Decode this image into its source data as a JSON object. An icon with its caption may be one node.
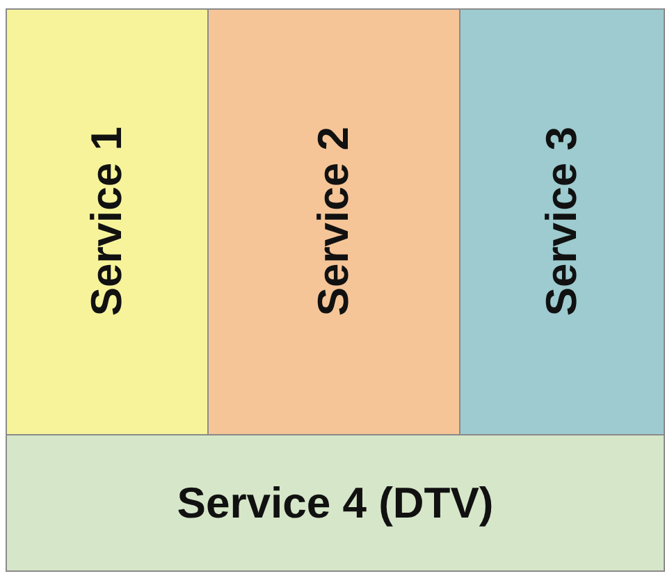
{
  "diagram": {
    "nodes": [
      {
        "text": [
          "Service 1"
        ]
      },
      {
        "text": [
          "Service 2"
        ]
      },
      {
        "text": [
          "Service 3"
        ]
      },
      {
        "text": [
          "Service 4 (DTV)"
        ]
      }
    ]
  }
}
